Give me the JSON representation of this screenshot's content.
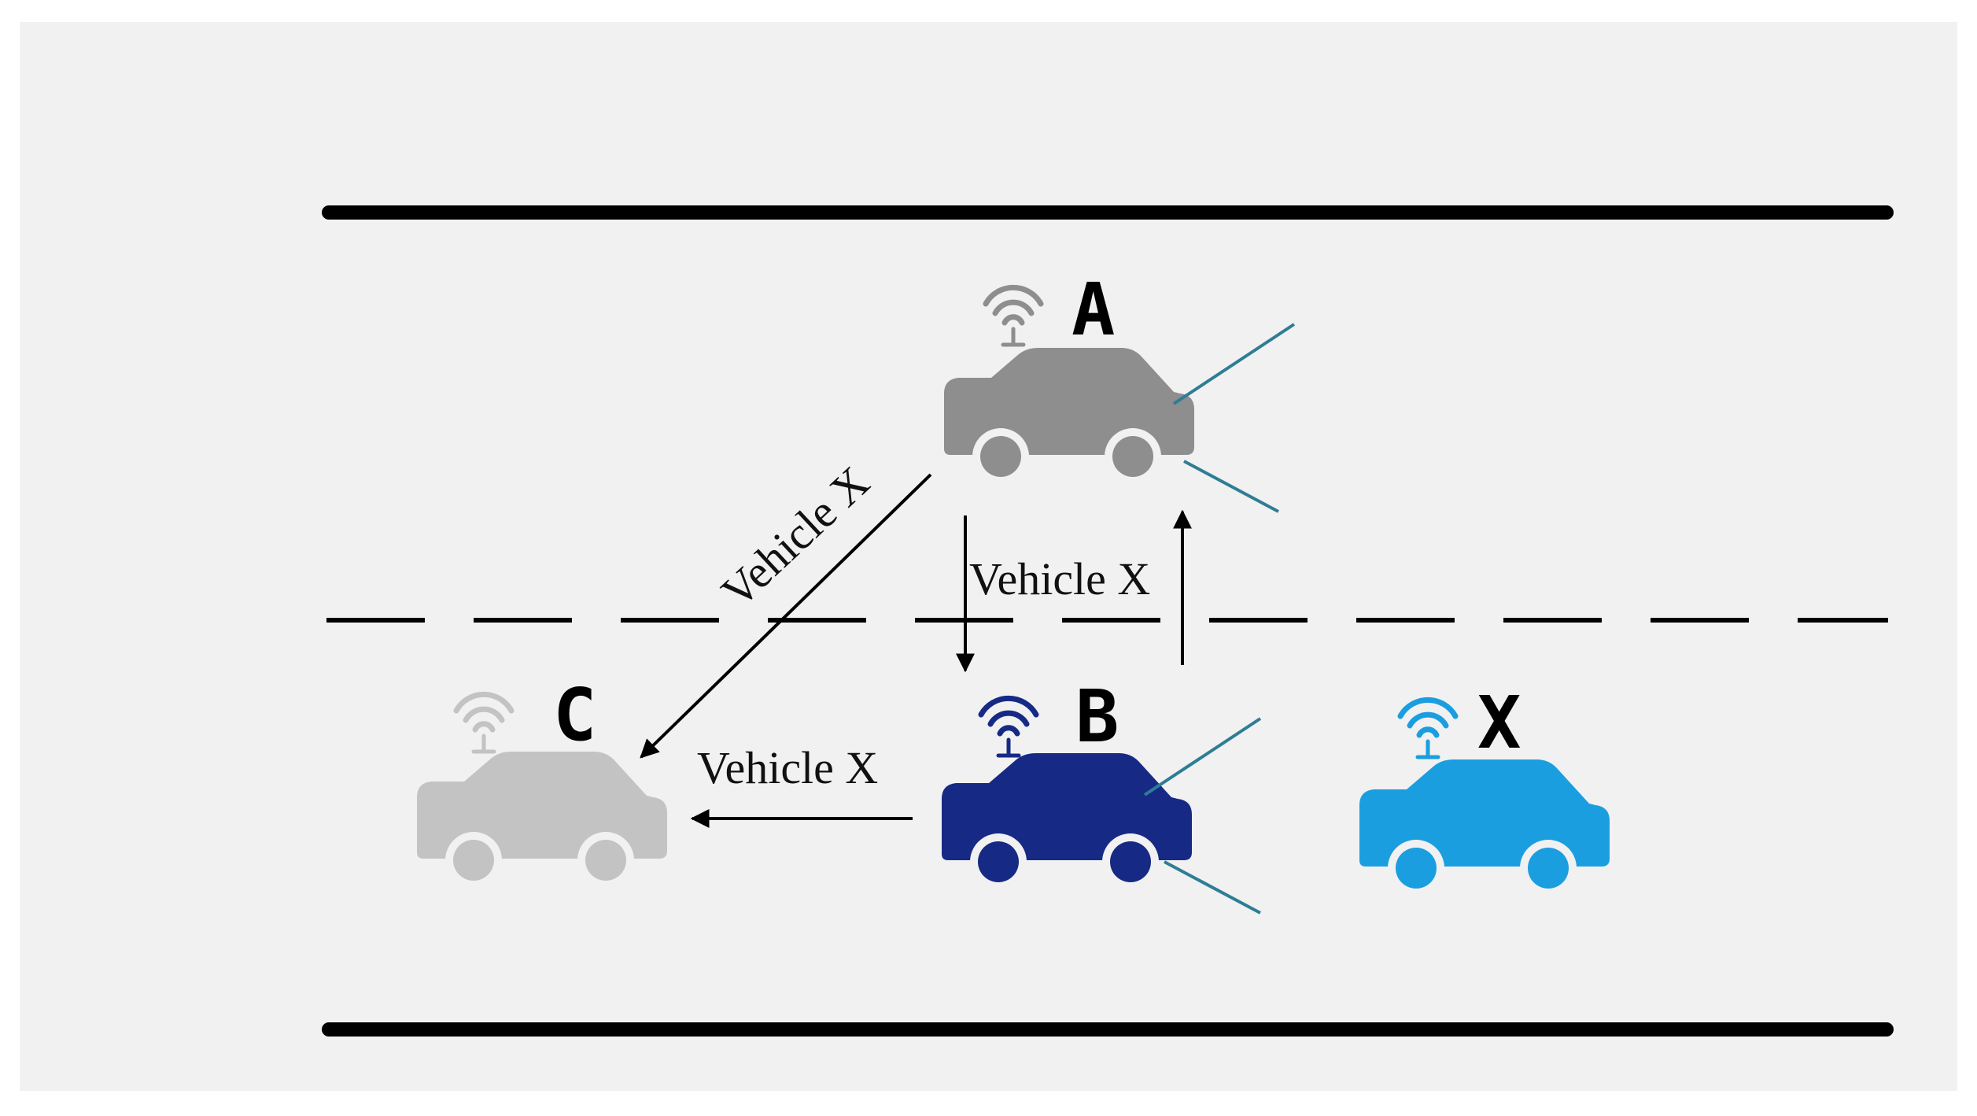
{
  "colors": {
    "panel": "#f1f1f1",
    "road_line": "#000000",
    "sensor_line": "#2e7d95",
    "arrow": "#000000"
  },
  "vehicles": [
    {
      "id": "A",
      "label": "A",
      "color": "#8e8e8e",
      "role": "car"
    },
    {
      "id": "B",
      "label": "B",
      "color": "#162a85",
      "role": "car"
    },
    {
      "id": "C",
      "label": "C",
      "color": "#c3c3c3",
      "role": "car"
    },
    {
      "id": "X",
      "label": "X",
      "color": "#1b9ee0",
      "role": "car"
    }
  ],
  "messages": {
    "a_to_c": "Vehicle X",
    "a_b": "Vehicle X",
    "b_to_c": "Vehicle X"
  },
  "icons": [
    "car-icon",
    "wifi-icon"
  ]
}
